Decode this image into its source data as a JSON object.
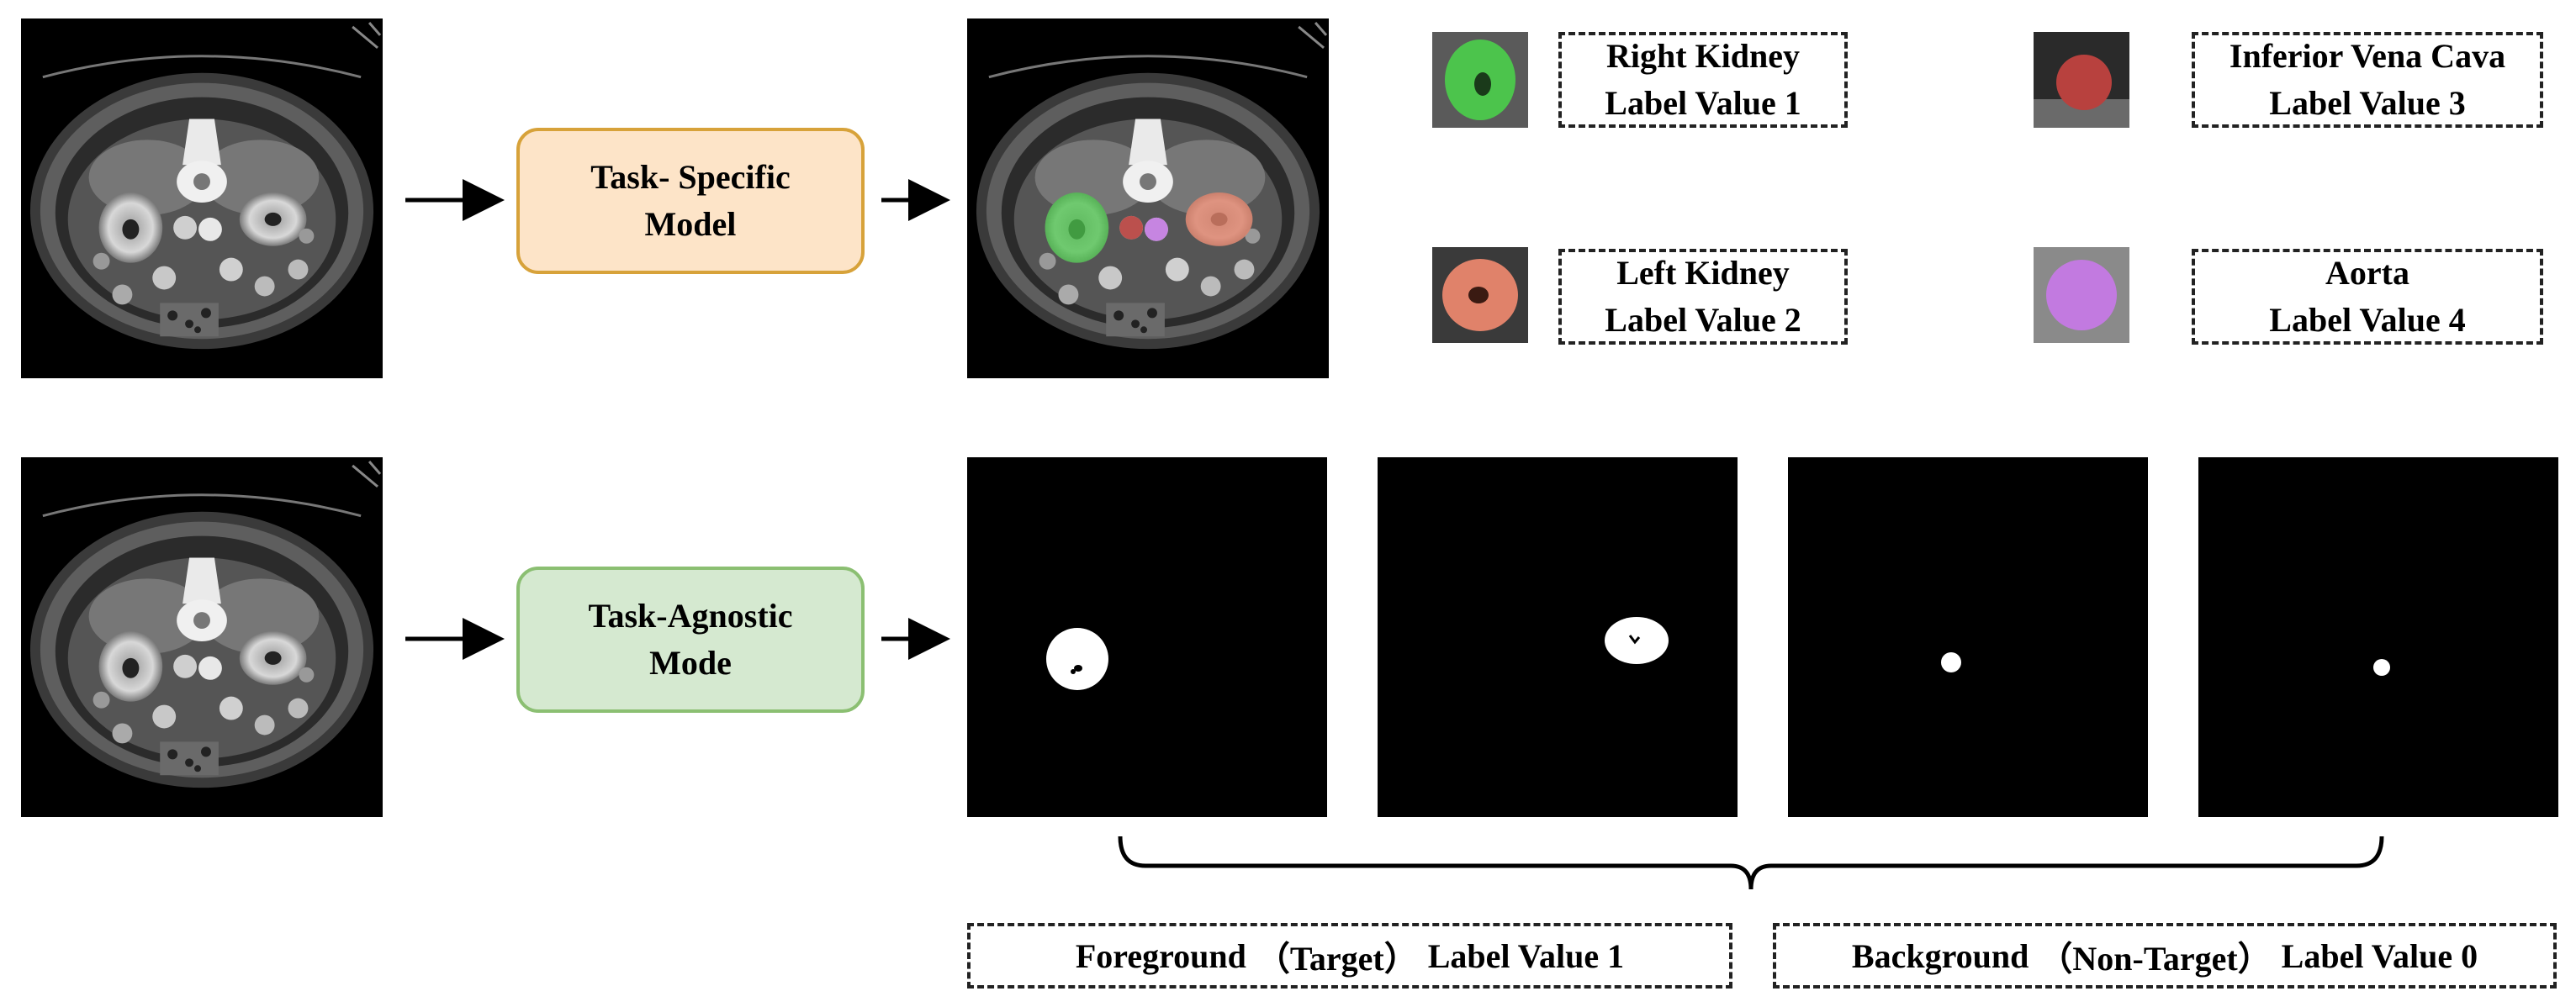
{
  "task_specific_model": {
    "line1": "Task- Specific",
    "line2": "Model"
  },
  "task_agnostic_model": {
    "line1": "Task-Agnostic",
    "line2": "Mode"
  },
  "labels": [
    {
      "name": "Right Kidney",
      "value": "Label Value 1",
      "color": "#4cc44c"
    },
    {
      "name": "Left Kidney",
      "value": "Label Value 2",
      "color": "#e0826a"
    },
    {
      "name": "Inferior Vena Cava",
      "value": "Label Value 3",
      "color": "#b8413e"
    },
    {
      "name": "Aorta",
      "value": "Label Value 4",
      "color": "#c27ae0"
    }
  ],
  "foreground": {
    "word": "Foreground",
    "paren": "（Target）",
    "value": "Label Value 1"
  },
  "background": {
    "word": "Background",
    "paren": "（Non-Target）",
    "value": "Label Value 0"
  },
  "colors": {
    "specific_box_fill": "#fde4c8",
    "specific_box_border": "#d7a23a",
    "agnostic_box_fill": "#d5e9d0",
    "agnostic_box_border": "#8bbf72"
  }
}
